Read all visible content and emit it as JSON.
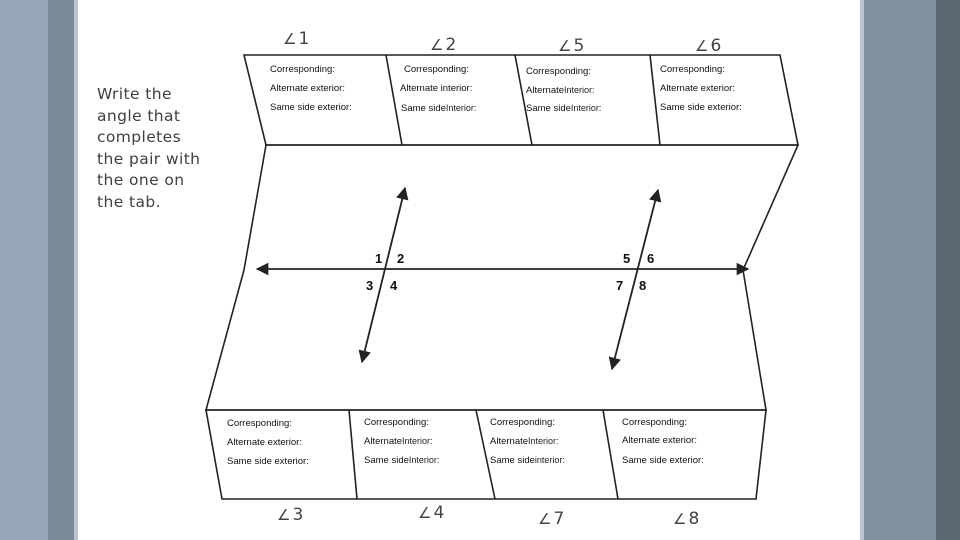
{
  "instruction": "Write the angle that completes the pair with the one on the tab.",
  "angle_symbol": "∠",
  "top_tabs": [
    {
      "angle": "1",
      "lines": [
        {
          "label": "Corresponding:",
          "fill": ""
        },
        {
          "label": "Alternate exterior:",
          "fill": ""
        },
        {
          "label": "Same side exterior:",
          "fill": ""
        }
      ]
    },
    {
      "angle": "2",
      "lines": [
        {
          "label": "Corresponding:",
          "fill": ""
        },
        {
          "label": "Alternate interior:",
          "fill": ""
        },
        {
          "label": "Same side",
          "fill": "Interior:"
        }
      ]
    },
    {
      "angle": "5",
      "lines": [
        {
          "label": "Corresponding:",
          "fill": ""
        },
        {
          "label": "Alternate",
          "fill": "Interior:"
        },
        {
          "label": "Same side",
          "fill": "Interior:"
        }
      ]
    },
    {
      "angle": "6",
      "lines": [
        {
          "label": "Corresponding:",
          "fill": ""
        },
        {
          "label": "Alternate exterior:",
          "fill": ""
        },
        {
          "label": "Same side exterior:",
          "fill": ""
        }
      ]
    }
  ],
  "bottom_tabs": [
    {
      "angle": "3",
      "lines": [
        {
          "label": "Corresponding:",
          "fill": ""
        },
        {
          "label": "Alternate exterior:",
          "fill": ""
        },
        {
          "label": "Same side exterior:",
          "fill": ""
        }
      ]
    },
    {
      "angle": "4",
      "lines": [
        {
          "label": "Corresponding:",
          "fill": ""
        },
        {
          "label": "Alternate",
          "fill": "Interior:"
        },
        {
          "label": "Same side",
          "fill": "Interior:"
        }
      ]
    },
    {
      "angle": "7",
      "lines": [
        {
          "label": "Corresponding:",
          "fill": ""
        },
        {
          "label": "Alternate",
          "fill": "Interior:"
        },
        {
          "label": "Same side",
          "fill": "interior:"
        }
      ]
    },
    {
      "angle": "8",
      "lines": [
        {
          "label": "Corresponding:",
          "fill": ""
        },
        {
          "label": "Alternate exterior:",
          "fill": ""
        },
        {
          "label": "Same side exterior:",
          "fill": ""
        }
      ]
    }
  ],
  "figure_numbers": {
    "left_top": [
      "1",
      "2"
    ],
    "left_bottom": [
      "3",
      "4"
    ],
    "right_top": [
      "5",
      "6"
    ],
    "right_bottom": [
      "7",
      "8"
    ]
  },
  "colors": {
    "slide_band_light": "#98a8b8",
    "slide_band_mid": "#7f909f",
    "slide_band_dark": "#5c6772",
    "page_background": "#ffffff",
    "line_color": "#222222",
    "text_gray": "#404040"
  }
}
